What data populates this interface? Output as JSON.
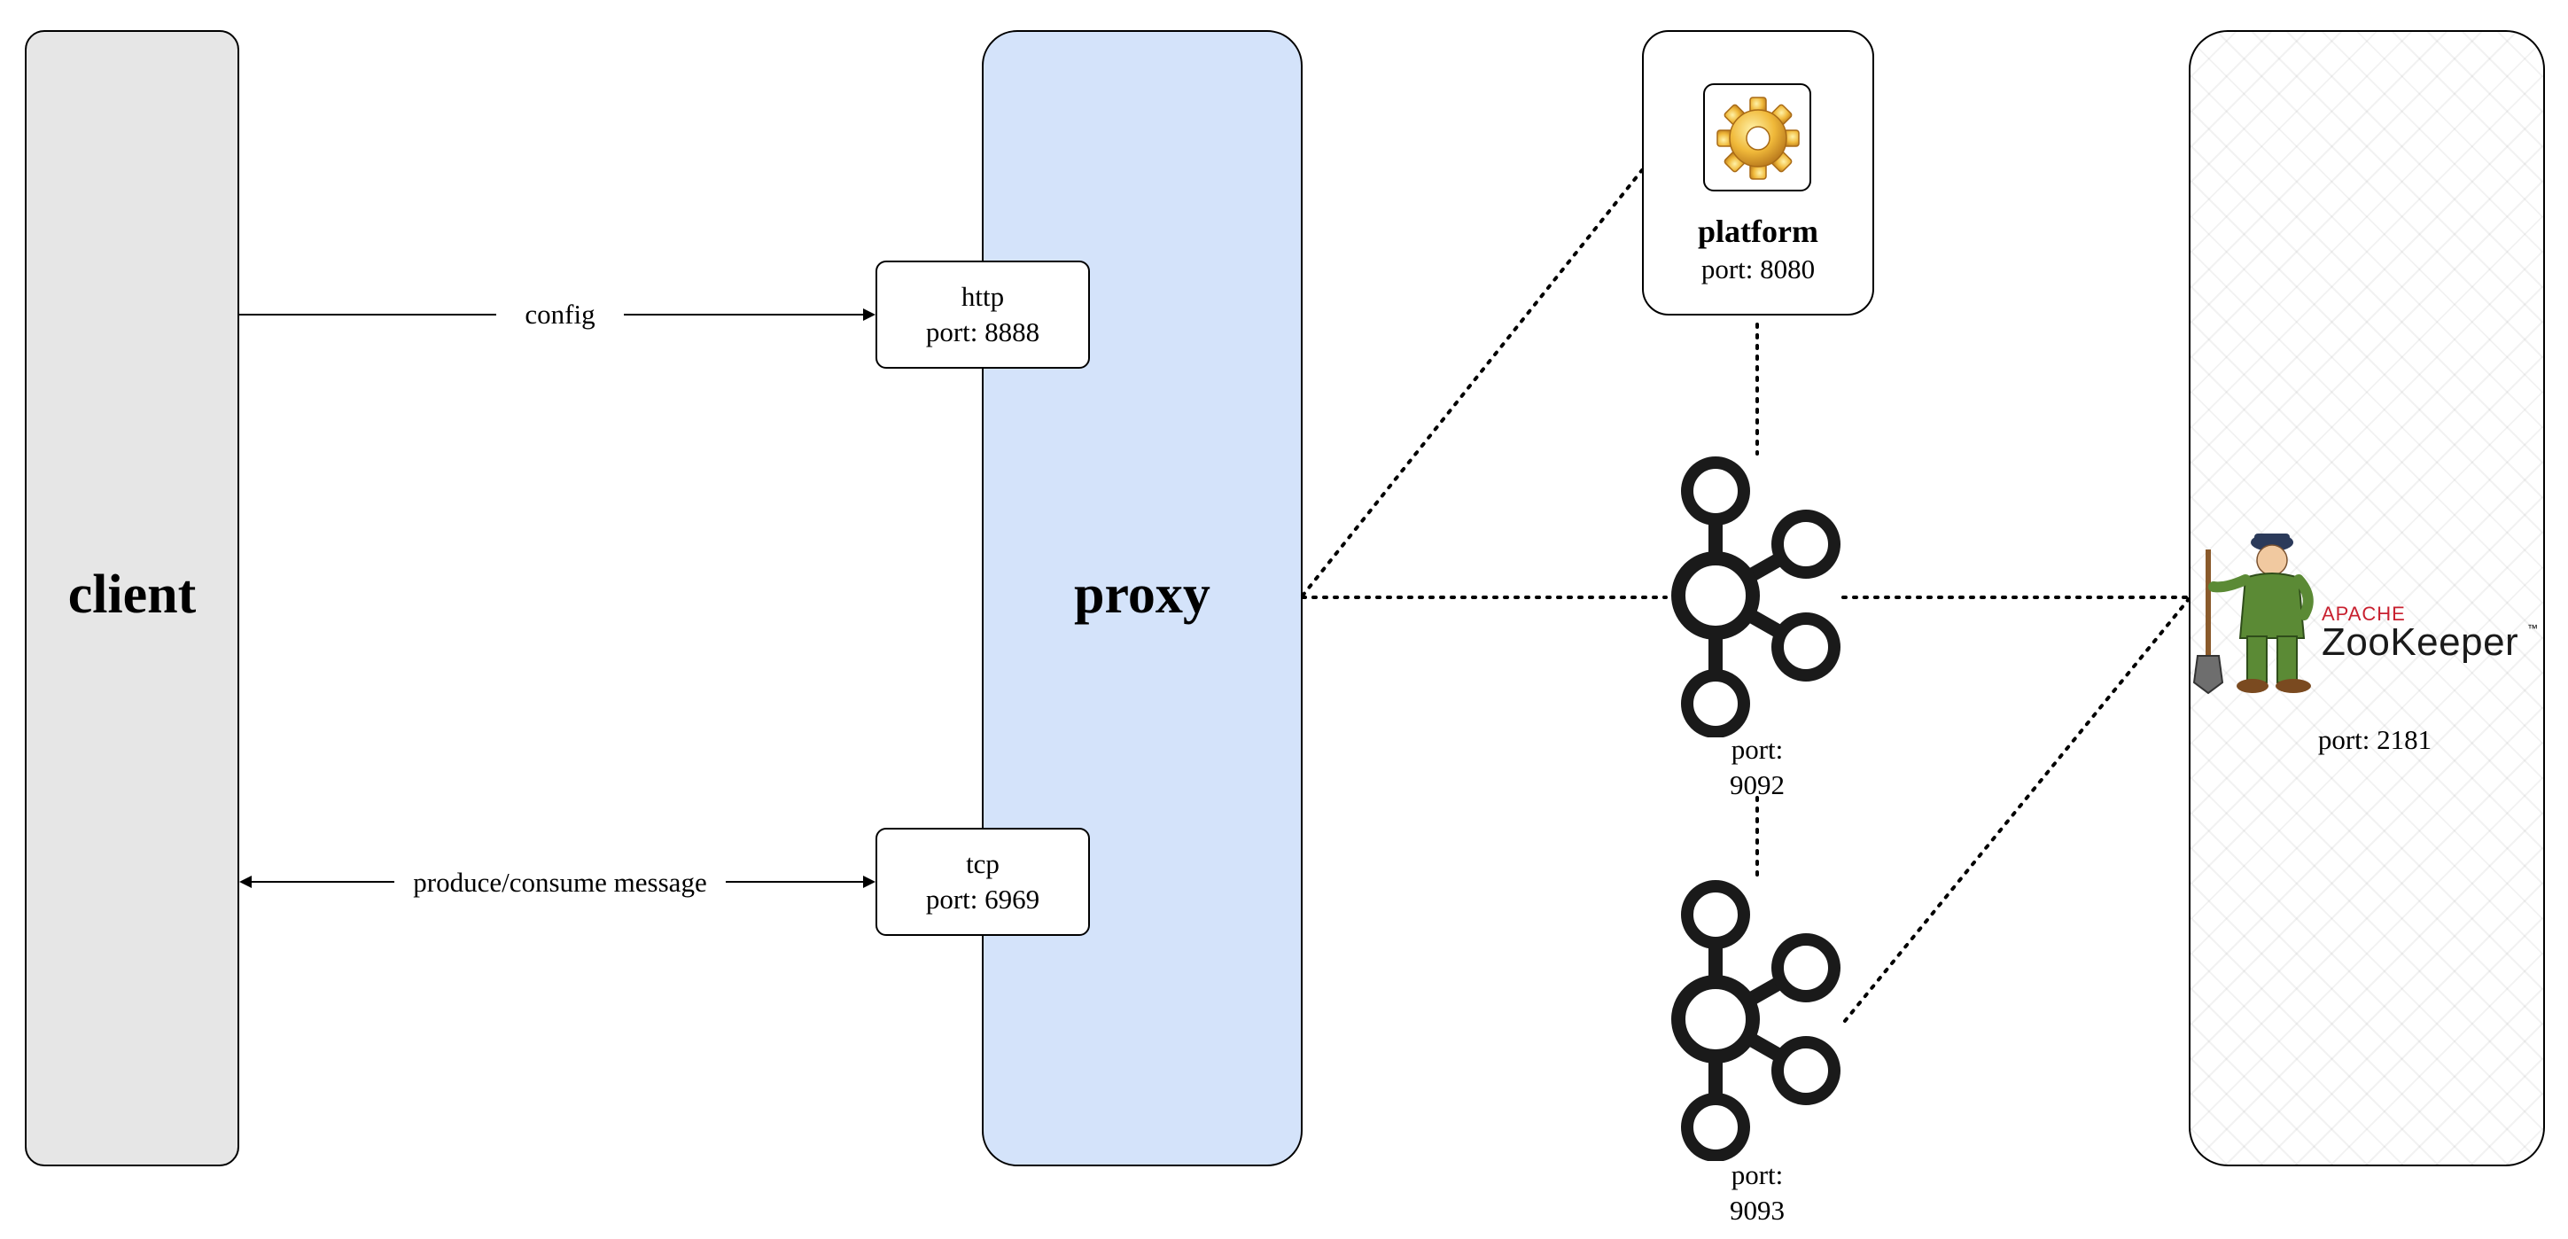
{
  "nodes": {
    "client": {
      "label": "client"
    },
    "proxy": {
      "label": "proxy"
    },
    "http": {
      "name": "http",
      "port": "port: 8888"
    },
    "tcp": {
      "name": "tcp",
      "port": "port: 6969"
    },
    "platform": {
      "name": "platform",
      "port": "port: 8080"
    },
    "broker1": {
      "port_line1": "port:",
      "port_line2": "9092"
    },
    "broker2": {
      "port_line1": "port:",
      "port_line2": "9093"
    },
    "zookeeper": {
      "brand_top": "APACHE",
      "brand_name": "ZooKeeper",
      "trademark": "™",
      "port": "port: 2181"
    }
  },
  "edges": {
    "config": {
      "label": "config"
    },
    "messages": {
      "label": "produce/consume message"
    }
  },
  "colors": {
    "client_fill": "#e6e6e6",
    "proxy_fill": "#d4e3fa",
    "kafka_icon": "#1a1a1a",
    "zookeeper_red": "#c8202f"
  },
  "icons": {
    "platform": "gear-icon",
    "broker": "kafka-icon",
    "zookeeper": "zookeeper-keeper-icon"
  }
}
